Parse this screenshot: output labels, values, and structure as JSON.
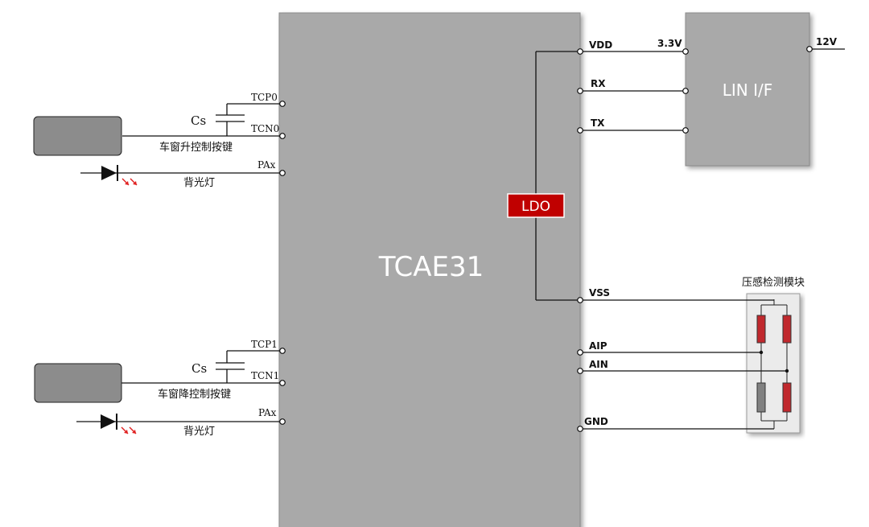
{
  "chip": {
    "name": "TCAE31",
    "ldo_label": "LDO"
  },
  "left_pins": {
    "tcp0": "TCP0",
    "tcn0": "TCN0",
    "pax_top": "PAx",
    "tcp1": "TCP1",
    "tcn1": "TCN1",
    "pax_bottom": "PAx"
  },
  "right_pins": {
    "vdd": "VDD",
    "rx": "RX",
    "tx": "TX",
    "vss": "VSS",
    "aip": "AIP",
    "ain": "AIN",
    "gnd": "GND"
  },
  "left_labels": {
    "cs_top": "Cs",
    "button_up": "车窗升控制按键",
    "backlight_top": "背光灯",
    "cs_bottom": "Cs",
    "button_down": "车窗降控制按键",
    "backlight_bottom": "背光灯"
  },
  "lin": {
    "title": "LIN I/F",
    "v33": "3.3V",
    "v12": "12V"
  },
  "pressure_module": {
    "title": "压感检测模块"
  },
  "colors": {
    "chip_fill": "#a9a9a9",
    "ldo_fill": "#c00000",
    "resistor_red": "#c0282d",
    "resistor_gray": "#808080",
    "button_fill": "#8c8c8c",
    "led_red": "#e02020"
  }
}
